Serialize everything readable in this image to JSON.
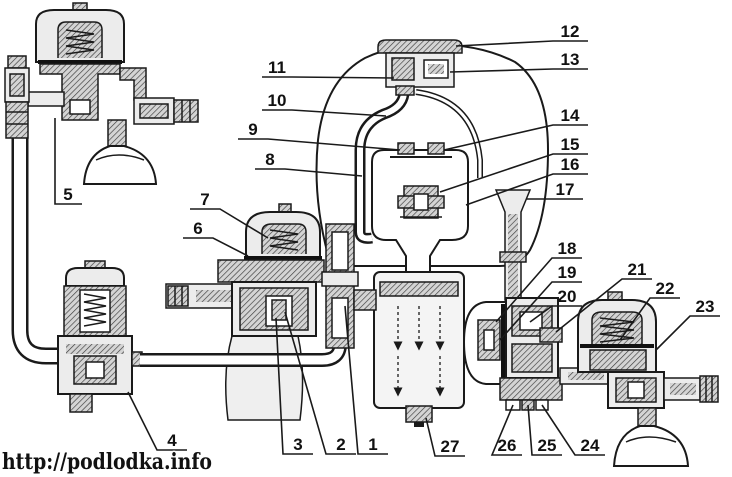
{
  "callouts": [
    "1",
    "2",
    "3",
    "4",
    "5",
    "6",
    "7",
    "8",
    "9",
    "10",
    "11",
    "12",
    "13",
    "14",
    "15",
    "16",
    "17",
    "18",
    "19",
    "20",
    "21",
    "22",
    "23",
    "24",
    "25",
    "26",
    "27"
  ],
  "watermark": "http://podlodka.info"
}
